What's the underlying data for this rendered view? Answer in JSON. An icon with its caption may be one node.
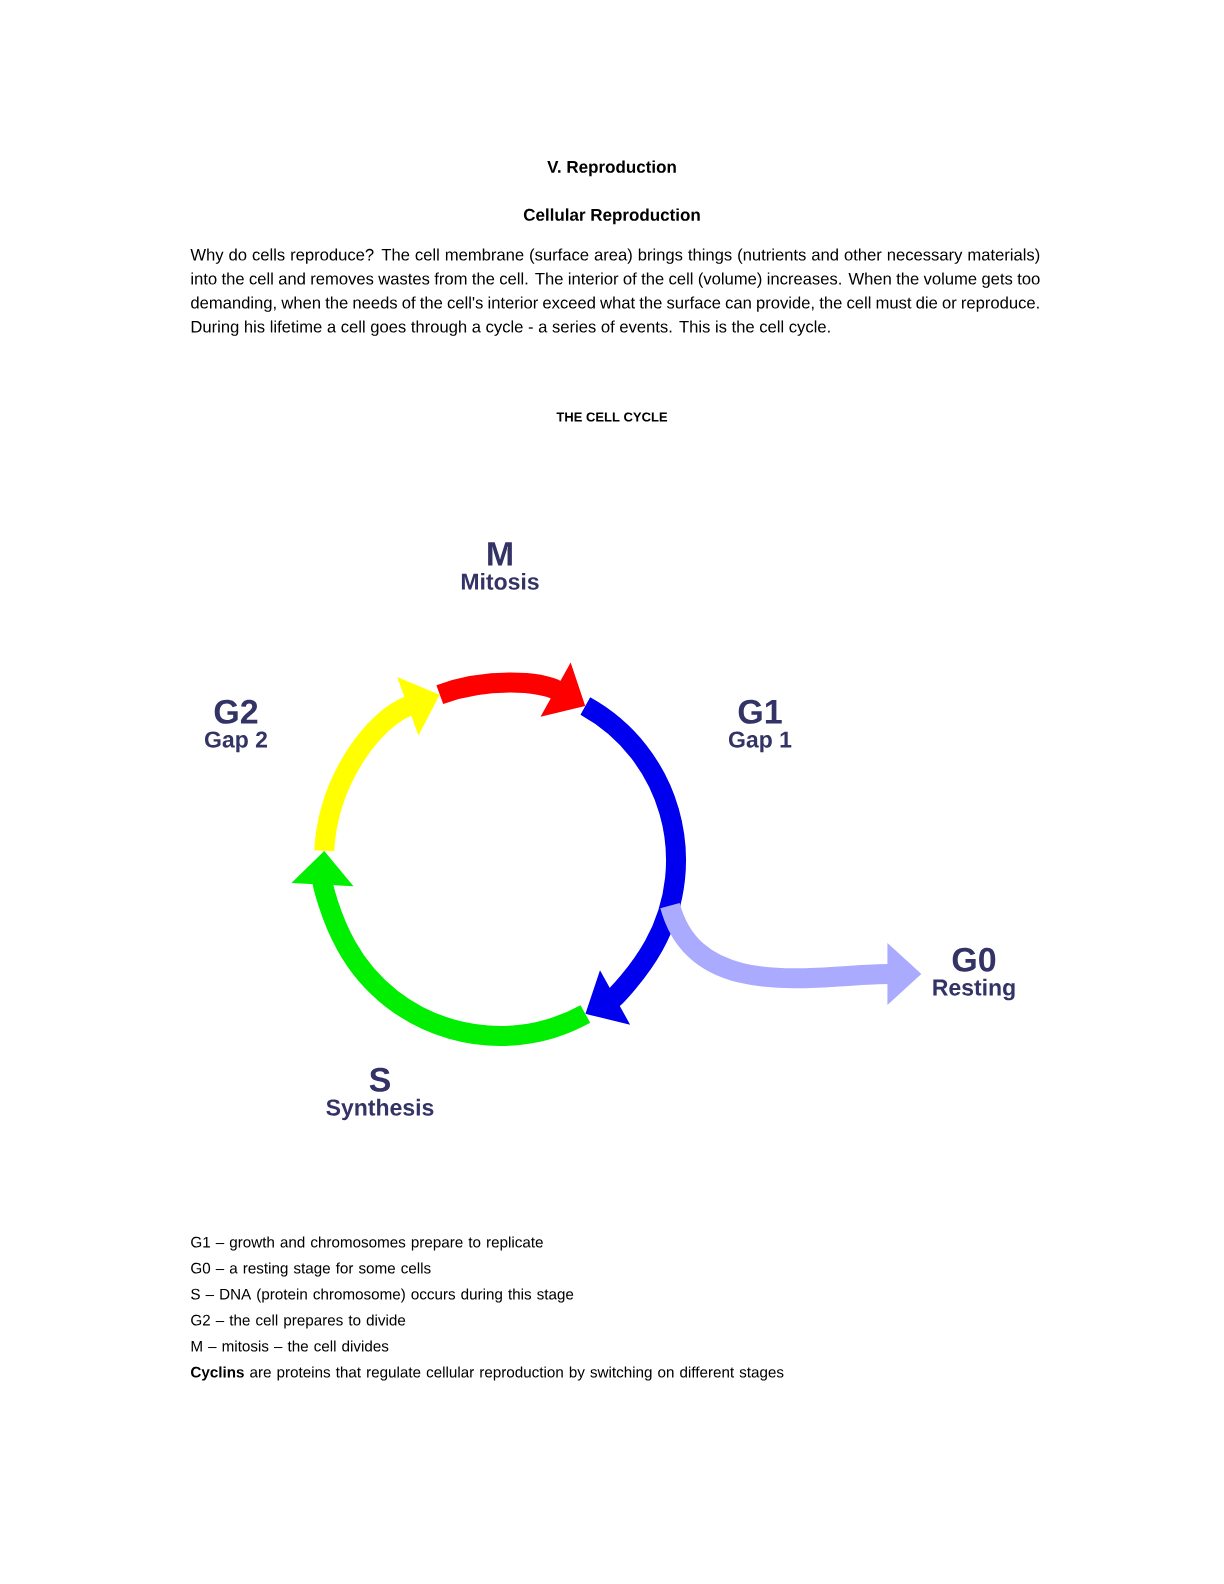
{
  "diagram": {
    "nodes": [
      {
        "text": [
          "M",
          "Mitosis"
        ]
      },
      {
        "text": [
          "G2",
          "Gap 2"
        ]
      },
      {
        "text": [
          "G1",
          "Gap 1"
        ]
      },
      {
        "text": [
          "G0",
          "Resting"
        ]
      },
      {
        "text": [
          "S",
          "Synthesis"
        ]
      }
    ],
    "edges": [
      {
        "from": null,
        "to": 3,
        "arrow": "to",
        "color": "#aaaaff"
      }
    ],
    "labels": [
      "V. Reproduction",
      "Cellular Reproduction",
      "Why do cells reproduce? The cell membrane (surface area) brings things (nutrients and other necessary materials) into the cell and removes wastes from the cell. The interior of the cell (volume) increases. When the volume gets too demanding, when the needs of the cell's interior exceed what the surface can provide, the cell must die or reproduce. During his lifetime a cell goes through a cycle - a series of events. This is the cell cycle.",
      "THE CELL CYCLE",
      "G1 – growth and chromosomes prepare to replicate",
      "G0 – a resting stage for some cells",
      "S – DNA (protein chromosome) occurs during this stage",
      "G2 – the cell prepares to divide",
      "M – mitosis – the cell divides",
      "**Cyclins** are proteins that regulate cellular reproduction by switching on different stages"
    ]
  }
}
